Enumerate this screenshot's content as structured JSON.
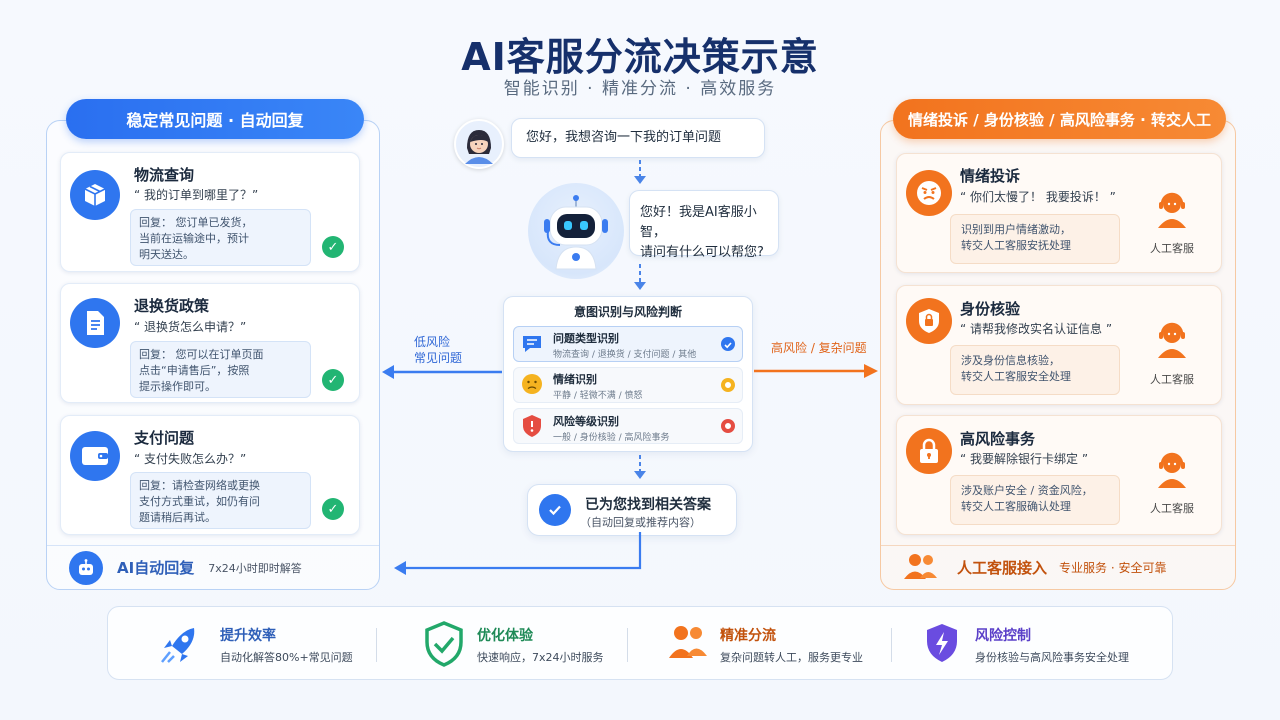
{
  "header": {
    "title": "AI客服分流决策示意",
    "subtitle": "智能识别 · 精准分流 · 高效服务"
  },
  "left_panel": {
    "pill": "稳定常见问题 · 自动回复",
    "cards": [
      {
        "title": "物流查询",
        "quote": "“ 我的订单到哪里了？”",
        "reply": [
          "回复：  您订单已发货，",
          "当前在运输途中，预计",
          "明天送达。"
        ],
        "icon": "package-icon"
      },
      {
        "title": "退换货政策",
        "quote": "“ 退换货怎么申请？”",
        "reply": [
          "回复：  您可以在订单页面",
          "点击“申请售后”，按照",
          "提示操作即可。"
        ],
        "icon": "document-icon"
      },
      {
        "title": "支付问题",
        "quote": "“ 支付失败怎么办？”",
        "reply": [
          "回复：请检查网络或更换",
          "支付方式重试，如仍有问",
          "题请稍后再试。"
        ],
        "icon": "wallet-icon"
      }
    ],
    "footer": {
      "label": "AI自动回复",
      "desc": "7x24小时即时解答"
    }
  },
  "right_panel": {
    "pill": "情绪投诉 / 身份核验 / 高风险事务 · 转交人工",
    "cards": [
      {
        "title": "情绪投诉",
        "quote": "“ 你们太慢了！ 我要投诉！ ”",
        "reply": [
          "识别到用户情绪激动，",
          "转交人工客服安抚处理"
        ],
        "agent": "人工客服",
        "icon": "angry-face-icon"
      },
      {
        "title": "身份核验",
        "quote": "“ 请帮我修改实名认证信息 ”",
        "reply": [
          "涉及身份信息核验，",
          "转交人工客服安全处理"
        ],
        "agent": "人工客服",
        "icon": "shield-lock-icon"
      },
      {
        "title": "高风险事务",
        "quote": "“ 我要解除银行卡绑定 ”",
        "reply": [
          "涉及账户安全 / 资金风险，",
          "转交人工客服确认处理"
        ],
        "agent": "人工客服",
        "icon": "padlock-icon"
      }
    ],
    "footer": {
      "label": "人工客服接入",
      "desc": "专业服务 · 安全可靠"
    }
  },
  "center": {
    "user_msg": "您好，我想咨询一下我的订单问题",
    "bot_msg": [
      "您好！我是AI客服小智，",
      "请问有什么可以帮您?"
    ],
    "intent": {
      "title": "意图识别与风险判断",
      "rows": [
        {
          "title": "问题类型识别",
          "sub": "物流查询 / 退换货 / 支付问题 / 其他",
          "dot_color": "#2f76ef"
        },
        {
          "title": "情绪识别",
          "sub": "平静 / 轻微不满 / 愤怒",
          "dot_color": "#f5b320"
        },
        {
          "title": "风险等级识别",
          "sub": "一般 / 身份核验 / 高风险事务",
          "dot_color": "#e54d42"
        }
      ]
    },
    "low_risk": [
      "低风险",
      "常见问题"
    ],
    "high_risk": "高风险 / 复杂问题",
    "answer": {
      "title": "已为您找到相关答案",
      "sub": "（自动回复或推荐内容）"
    }
  },
  "benefits": [
    {
      "title": "提升效率",
      "desc": "自动化解答80%+常见问题",
      "color": "#2f76ef",
      "icon": "rocket-icon"
    },
    {
      "title": "优化体验",
      "desc": "快速响应，7x24小时服务",
      "color": "#22a86a",
      "icon": "shield-check-icon"
    },
    {
      "title": "精准分流",
      "desc": "复杂问题转人工，服务更专业",
      "color": "#f2731e",
      "icon": "people-icon"
    },
    {
      "title": "风险控制",
      "desc": "身份核验与高风险事务安全处理",
      "color": "#6a4ce0",
      "icon": "shield-bolt-icon"
    }
  ],
  "colors": {
    "blue": "#2f76ef",
    "orange": "#f2731e",
    "green": "#22b573",
    "purple": "#6a4ce0"
  }
}
